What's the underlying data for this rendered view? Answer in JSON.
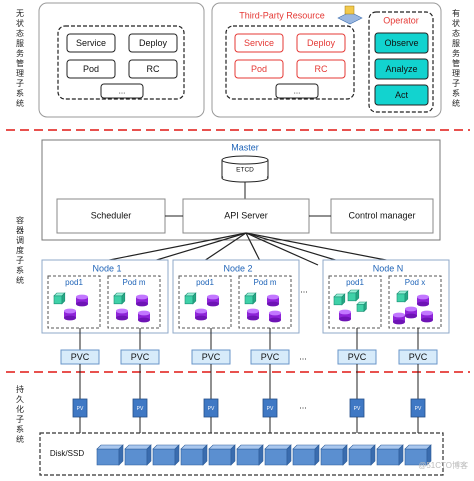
{
  "left_labels": {
    "stateless": "无状态服务管理子系统",
    "container": "容器调度子系统",
    "persistence": "持久化子系统"
  },
  "right_labels": {
    "stateful": "有状态服务管理子系统"
  },
  "stateless_box": {
    "items": [
      "Service",
      "Deploy",
      "Pod",
      "RC",
      "..."
    ]
  },
  "stateful_box": {
    "title": "Third-Party Resource",
    "items": [
      "Service",
      "Deploy",
      "Pod",
      "RC",
      "..."
    ],
    "operator": {
      "title": "Operator",
      "items": [
        "Observe",
        "Analyze",
        "Act"
      ]
    }
  },
  "master": {
    "title": "Master",
    "etcd": "ETCD",
    "scheduler": "Scheduler",
    "api_server": "API Server",
    "control_manager": "Control manager"
  },
  "nodes": [
    {
      "title": "Node 1",
      "pods": [
        "pod1",
        "Pod m"
      ]
    },
    {
      "title": "Node 2",
      "pods": [
        "pod1",
        "Pod m"
      ]
    },
    {
      "title": "Node N",
      "pods": [
        "pod1",
        "Pod x"
      ]
    }
  ],
  "ellipsis": "...",
  "pvc_label": "PVC",
  "pv_label": "PV",
  "storage": {
    "label": "Disk/SSD"
  },
  "watermark": "@51CTO博客",
  "colors": {
    "red_dash": "#e53935",
    "cyan": "#12d3cf",
    "purple": "#8e24d8",
    "teal_cube": "#3fd1a8",
    "node_border": "#8fa9c9",
    "pvc_fill": "#d7ebfa",
    "pv_fill": "#3f78c4",
    "disk_fill": "#5b8fd0"
  }
}
